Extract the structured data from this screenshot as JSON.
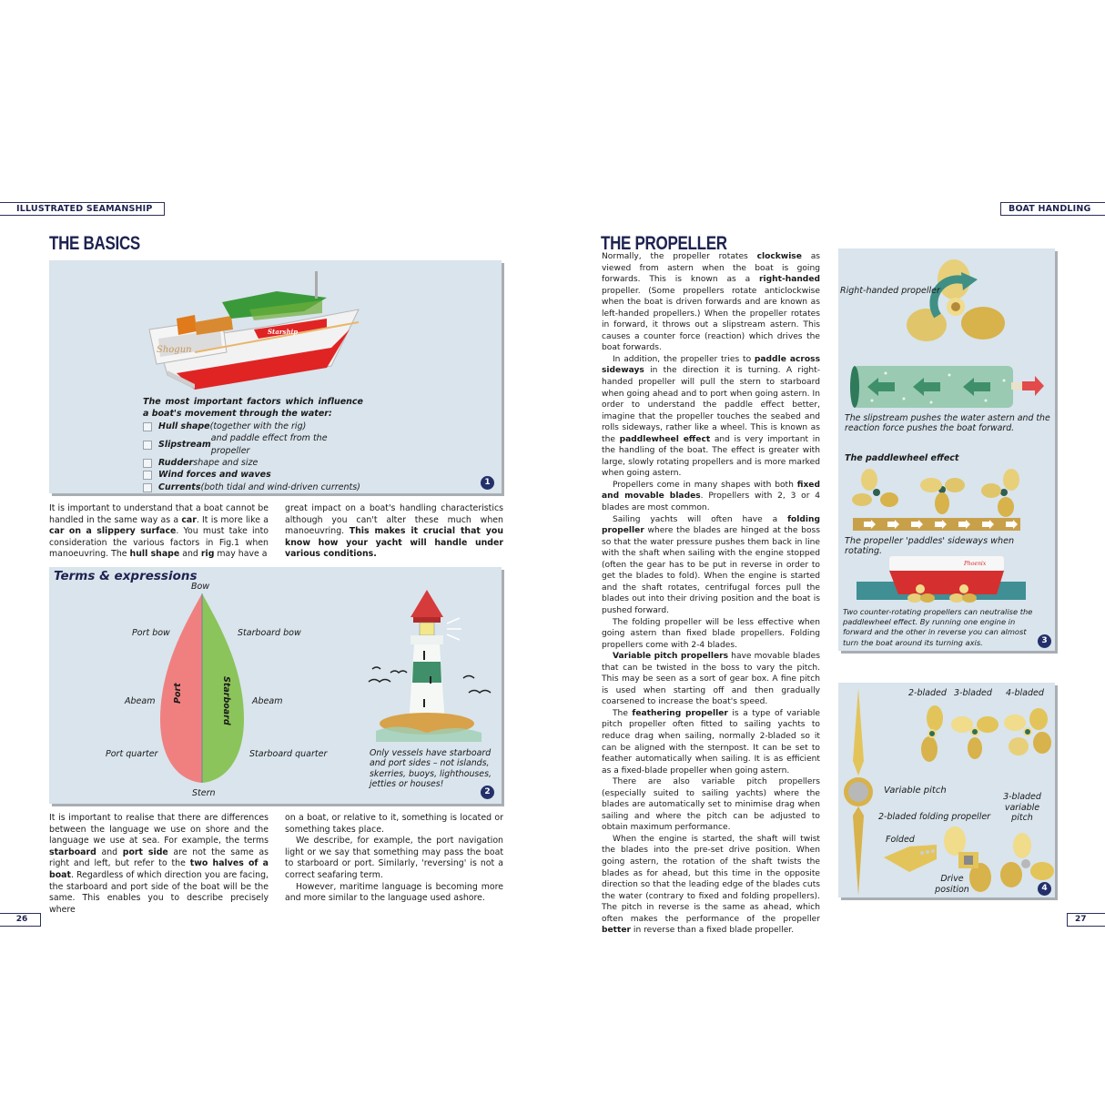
{
  "left_page": {
    "running_head": "ILLUSTRATED SEAMANSHIP",
    "page_number": "26",
    "title": "THE BASICS",
    "fig1": {
      "number": "1",
      "boat_names": [
        "Shogun",
        "Starship"
      ],
      "intro": "The most important factors which influence a boat's movement through the water:",
      "factors": [
        {
          "bold": "Hull shape",
          "rest": " (together with the rig)"
        },
        {
          "bold": "Slipstream",
          "rest": " and paddle effect from the propeller"
        },
        {
          "bold": "Rudder",
          "rest": " shape and size"
        },
        {
          "bold": "Wind forces and waves",
          "rest": ""
        },
        {
          "bold": "Currents",
          "rest": " (both tidal and wind-driven currents)"
        }
      ]
    },
    "para1": {
      "col1": [
        {
          "t": "It is important to understand that a boat cannot be handled in the same way as a "
        },
        {
          "b": "car"
        },
        {
          "t": ". It is more like a "
        },
        {
          "b": "car on a slippery surface"
        },
        {
          "t": ". You must take into consideration the various factors in Fig.1 when manoeuvring. The "
        },
        {
          "b": "hull shape"
        },
        {
          "t": " and "
        },
        {
          "b": "rig"
        },
        {
          "t": " may have a"
        }
      ],
      "col2": [
        {
          "t": "great impact on a boat's handling characteristics although you can't alter these much when manoeuvring. "
        },
        {
          "b": "This makes it crucial that you know how your yacht will handle under various conditions."
        }
      ]
    },
    "fig2": {
      "number": "2",
      "heading": "Terms & expressions",
      "labels": {
        "bow": "Bow",
        "port_bow": "Port bow",
        "starboard_bow": "Starboard bow",
        "abeam_left": "Abeam",
        "abeam_right": "Abeam",
        "port_quarter": "Port quarter",
        "starboard_quarter": "Starboard quarter",
        "stern": "Stern",
        "port": "Port",
        "starboard": "Starboard"
      },
      "colors": {
        "port": "#f08080",
        "starboard": "#8bc45a"
      },
      "lighthouse_caption": "Only vessels have starboard and port sides – not islands, skerries, buoys, lighthouses, jetties or houses!"
    },
    "para2": {
      "col1": [
        {
          "t": "It is important to realise that there are differences between the language we use on shore and the language we use at sea. For example, the terms "
        },
        {
          "b": "starboard"
        },
        {
          "t": " and "
        },
        {
          "b": "port side"
        },
        {
          "t": " are not the same as right and left, but refer to the "
        },
        {
          "b": "two halves of a boat"
        },
        {
          "t": ". Regardless of which direction you are facing, the starboard and port side of the boat will be the same. This enables you to describe precisely where"
        }
      ],
      "col2_p1": "on a boat, or relative to it, something is located or something takes place.",
      "col2_p2": "We describe, for example, the port navigation light or we say that something may pass the boat to starboard or port. Similarly, 'reversing' is not a correct seafaring term.",
      "col2_p3": "However, maritime language is becoming more and more similar to the language used ashore."
    }
  },
  "right_page": {
    "running_head": "BOAT HANDLING",
    "page_number": "27",
    "title": "THE PROPELLER",
    "paragraphs": [
      [
        {
          "t": "Normally, the propeller rotates "
        },
        {
          "b": "clockwise"
        },
        {
          "t": " as viewed from astern when the boat is going forwards. This is known as a "
        },
        {
          "b": "right-handed"
        },
        {
          "t": " propeller. (Some propellers rotate anticlockwise when the boat is driven forwards and are known as left-handed propellers.) When the propeller rotates in forward, it throws out a slipstream astern. This causes a counter force (reaction) which drives the boat forwards."
        }
      ],
      [
        {
          "t": "In addition, the propeller tries to "
        },
        {
          "b": "paddle across sideways"
        },
        {
          "t": " in the direction it is turning. A right-handed propeller will pull the stern to starboard when going ahead and to port when going astern. In order to understand the paddle effect better, imagine that the propeller touches the seabed and rolls sideways, rather like a wheel. This is known as the "
        },
        {
          "b": "paddlewheel effect"
        },
        {
          "t": " and is very important in the handling of the boat. The effect is greater with large, slowly rotating propellers and is more marked when going astern."
        }
      ],
      [
        {
          "t": "Propellers come in many shapes with both "
        },
        {
          "b": "fixed and movable blades"
        },
        {
          "t": ". Propellers with 2, 3 or 4 blades are most common."
        }
      ],
      [
        {
          "t": "Sailing yachts will often have a "
        },
        {
          "b": "folding propeller"
        },
        {
          "t": " where the blades are hinged at the boss so that the water pressure pushes them back in line with the shaft when sailing with the engine stopped (often the gear has to be put in reverse in order to get the blades to fold). When the engine is started and the shaft rotates, centrifugal forces pull the blades out into their driving position and the boat is pushed forward."
        }
      ],
      [
        {
          "t": "The folding propeller will be less effective when going astern than fixed blade propellers. Folding propellers come with 2-4 blades."
        }
      ],
      [
        {
          "b": "Variable pitch propellers"
        },
        {
          "t": " have movable blades that can be twisted in the boss to vary the pitch. This may be seen as a sort of gear box. A fine pitch is used when starting off and then gradually coarsened to increase the boat's speed."
        }
      ],
      [
        {
          "t": "The "
        },
        {
          "b": "feathering propeller"
        },
        {
          "t": " is a type of variable pitch propeller often fitted to sailing yachts to reduce drag when sailing, normally 2-bladed so it can be aligned with the sternpost. It can be set to feather automatically when sailing. It is as efficient as a fixed-blade propeller when going astern."
        }
      ],
      [
        {
          "t": "There are also variable pitch propellers (especially suited to sailing yachts) where the blades are automatically set to minimise drag when sailing and where the pitch can be adjusted to obtain maximum performance."
        }
      ],
      [
        {
          "t": "When the engine is started, the shaft will twist the blades into the pre-set drive position. When going astern, the rotation of the shaft twists the blades as for ahead, but this time in the opposite direction so that the leading edge of the blades cuts the water (contrary to fixed and folding propellers). The pitch in reverse is the same as ahead, which often makes the performance of the propeller "
        },
        {
          "b": "better"
        },
        {
          "t": " in reverse than a fixed blade propeller."
        }
      ]
    ],
    "fig3": {
      "number": "3",
      "right_handed_label": "Right-handed propeller",
      "slipstream_caption": "The slipstream pushes the water astern and the reaction force pushes the boat forward.",
      "paddlewheel_heading": "The paddlewheel effect",
      "paddles_caption": "The propeller 'paddles' sideways when rotating.",
      "boat_name": "Phoenix",
      "counter_caption": "Two counter-rotating propellers can neutralise the paddlewheel effect. By running one engine in forward and the other in reverse you can almost turn the boat around its turning axis."
    },
    "fig4": {
      "number": "4",
      "labels": {
        "two_bladed": "2-bladed",
        "three_bladed": "3-bladed",
        "four_bladed": "4-bladed",
        "variable_pitch": "Variable pitch",
        "three_bladed_variable_pitch": "3-bladed variable pitch",
        "folding": "2-bladed folding propeller",
        "folded": "Folded",
        "drive_position": "Drive position"
      }
    }
  },
  "colors": {
    "navy": "#1e2250",
    "panel_bg": "#d9e4ec",
    "badge": "#23306b",
    "brass": "#d8b24a",
    "teal": "#3f8f85"
  }
}
